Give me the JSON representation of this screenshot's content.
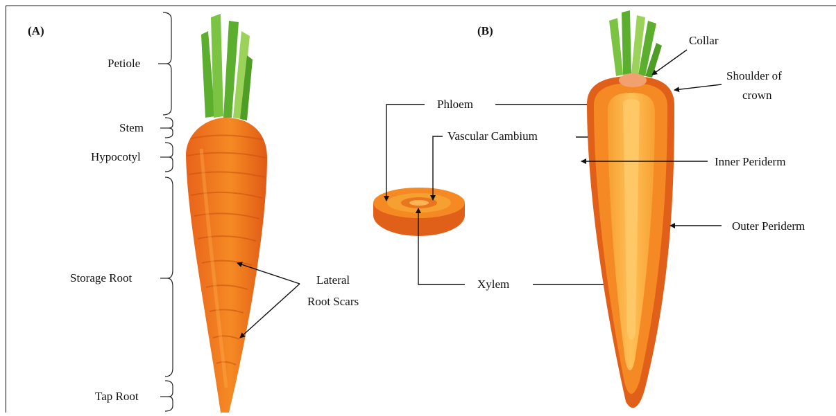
{
  "panels": {
    "a": "(A)",
    "b": "(B)"
  },
  "panel_a": {
    "regions": {
      "petiole": "Petiole",
      "stem": "Stem",
      "hypocotyl": "Hypocotyl",
      "storage_root": "Storage Root",
      "tap_root": "Tap Root"
    },
    "scars": [
      "Lateral",
      "Root Scars"
    ]
  },
  "panel_b": {
    "phloem": "Phloem",
    "vascular_cambium": "Vascular Cambium",
    "xylem": "Xylem",
    "collar": "Collar",
    "shoulder": [
      "Shoulder of",
      "crown"
    ],
    "inner_periderm": "Inner Periderm",
    "outer_periderm": "Outer Periderm"
  },
  "colors": {
    "carrot_orange": "#F07A1E",
    "carrot_light": "#F9A43A",
    "leaf_green": "#5CAF2E",
    "leaf_light": "#9BD35A"
  }
}
